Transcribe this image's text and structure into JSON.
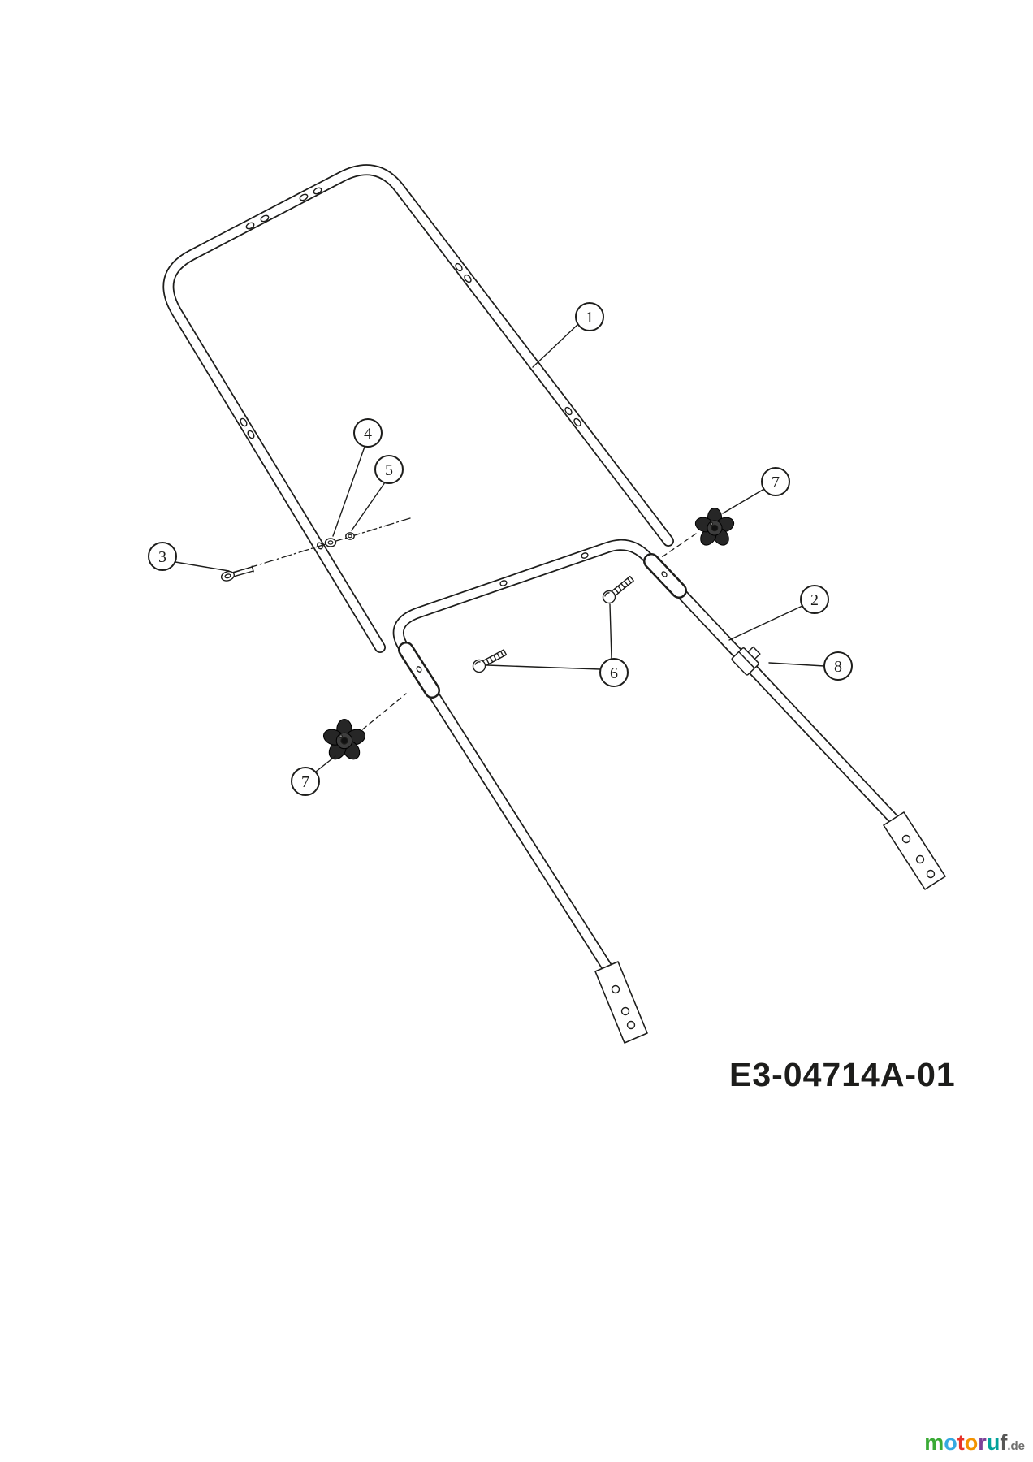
{
  "diagram": {
    "part_code": "E3-04714A-01",
    "line_color": "#1d1d1b",
    "callouts": [
      {
        "id": "callout-1",
        "label": "1"
      },
      {
        "id": "callout-2",
        "label": "2"
      },
      {
        "id": "callout-3",
        "label": "3"
      },
      {
        "id": "callout-4",
        "label": "4"
      },
      {
        "id": "callout-5",
        "label": "5"
      },
      {
        "id": "callout-6",
        "label": "6"
      },
      {
        "id": "callout-7-right",
        "label": "7"
      },
      {
        "id": "callout-7-left",
        "label": "7"
      },
      {
        "id": "callout-8",
        "label": "8"
      }
    ]
  },
  "watermark": {
    "letters": [
      {
        "ch": "m",
        "style": "color:#3aaa35"
      },
      {
        "ch": "o",
        "style": "color:#36a9e1"
      },
      {
        "ch": "t",
        "style": "color:#e6332a"
      },
      {
        "ch": "o",
        "style": "color:#f39200"
      },
      {
        "ch": "r",
        "style": "color:#7d4199"
      },
      {
        "ch": "u",
        "style": "color:#00a19a"
      },
      {
        "ch": "f",
        "style": "color:#575756"
      }
    ],
    "suffix": ".de"
  }
}
